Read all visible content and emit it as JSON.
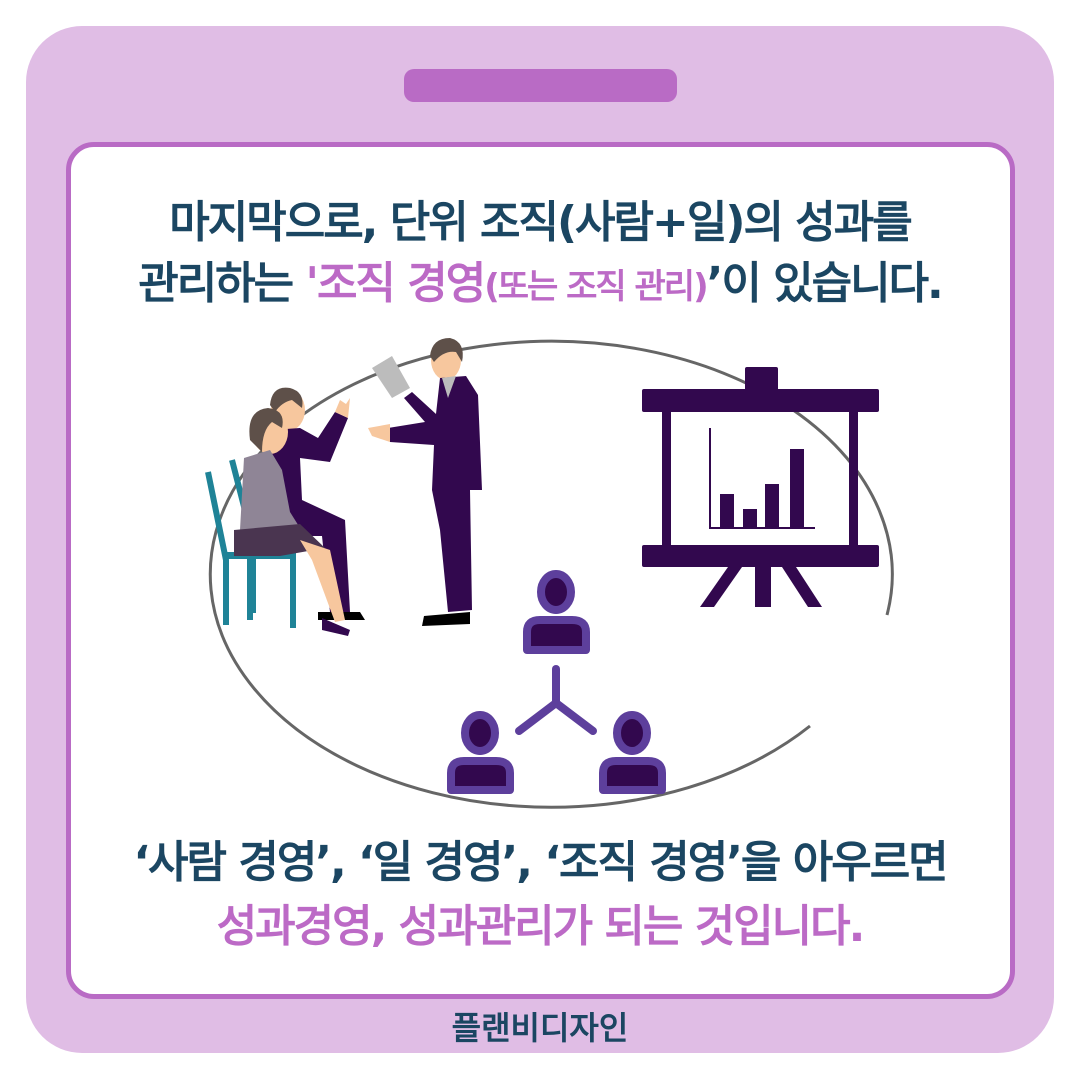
{
  "card": {
    "colors": {
      "outer_bg": "#e0bde5",
      "accent": "#b96bc5",
      "panel_bg": "#ffffff",
      "text_primary": "#1b4662",
      "text_highlight": "#bc6ac6",
      "illustration_dark": "#32084e",
      "icon_outline": "#5d3f9c",
      "ellipse_stroke": "#666666"
    }
  },
  "headline_top": {
    "line1": "마지막으로, 단위 조직(사람+일)의 성과를",
    "line2_prefix": "관리하는 ",
    "line2_highlight_open": "'조직 경영",
    "line2_highlight_small": "(또는 조직 관리)",
    "line2_close_quote": "’",
    "line2_suffix": "이 있습니다."
  },
  "illustration": {
    "icons": [
      "people-meeting-icon",
      "presentation-board-icon",
      "org-chart-icon"
    ],
    "board_chart_bars": [
      34,
      19,
      44,
      79
    ]
  },
  "headline_bottom": {
    "line1": "‘사람 경영’, ‘일 경영’, ‘조직 경영’을 아우르면",
    "line2": "성과경영, 성과관리가 되는 것입니다."
  },
  "footer": {
    "brand": "플랜비디자인"
  }
}
